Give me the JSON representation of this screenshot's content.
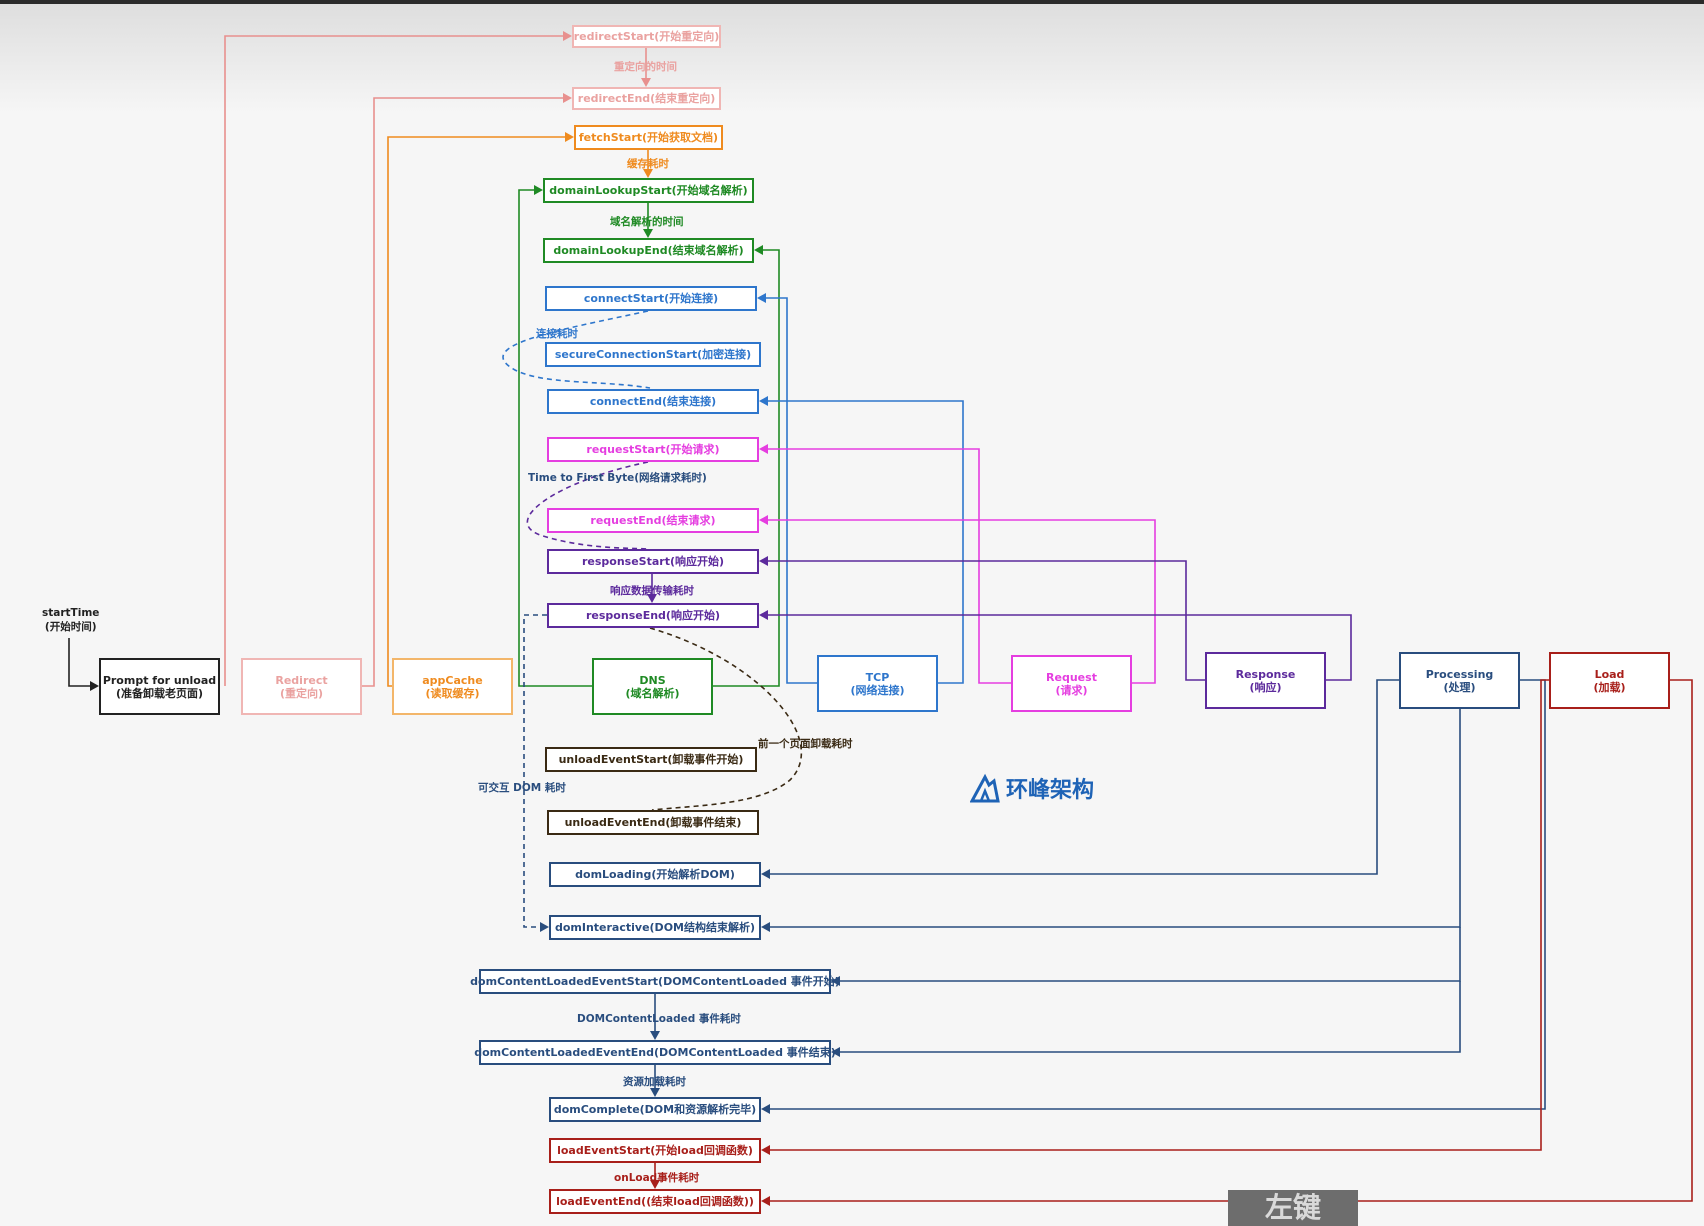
{
  "colors": {
    "redirect": "#e8908e",
    "fetch": "#ef8b1f",
    "dns": "#1f8a24",
    "tcp": "#2e76cc",
    "request": "#e53ee0",
    "response": "#5c2a9c",
    "processing": "#294d7e",
    "load": "#a81f1a",
    "unload": "#3a2a14",
    "dark": "#222222"
  },
  "start_time": {
    "line1": "startTime",
    "line2": "(开始时间)"
  },
  "phases": {
    "prompt": {
      "line1": "Prompt for unload",
      "line2": "(准备卸载老页面)"
    },
    "redirect": {
      "line1": "Redirect",
      "line2": "(重定向)"
    },
    "appcache": {
      "line1": "appCache",
      "line2": "(读取缓存)"
    },
    "dns": {
      "line1": "DNS",
      "line2": "(域名解析)"
    },
    "tcp": {
      "line1": "TCP",
      "line2": "(网络连接)"
    },
    "request": {
      "line1": "Request",
      "line2": "(请求)"
    },
    "response": {
      "line1": "Response",
      "line2": "(响应)"
    },
    "processing": {
      "line1": "Processing",
      "line2": "(处理)"
    },
    "load": {
      "line1": "Load",
      "line2": "(加载)"
    }
  },
  "events": {
    "redirect_start": "redirectStart(开始重定向)",
    "redirect_end": "redirectEnd(结束重定向)",
    "fetch_start": "fetchStart(开始获取文档)",
    "domain_lookup_start": "domainLookupStart(开始域名解析)",
    "domain_lookup_end": "domainLookupEnd(结束域名解析)",
    "connect_start": "connectStart(开始连接)",
    "secure_connection_start": "secureConnectionStart(加密连接)",
    "connect_end": "connectEnd(结束连接)",
    "request_start": "requestStart(开始请求)",
    "request_end": "requestEnd(结束请求)",
    "response_start": "responseStart(响应开始)",
    "response_end": "responseEnd(响应开始)",
    "unload_event_start": "unloadEventStart(卸载事件开始)",
    "unload_event_end": "unloadEventEnd(卸载事件结束)",
    "dom_loading": "domLoading(开始解析DOM)",
    "dom_interactive": "domInteractive(DOM结构结束解析)",
    "dcl_start": "domContentLoadedEventStart(DOMContentLoaded 事件开始)",
    "dcl_end": "domContentLoadedEventEnd(DOMContentLoaded 事件结束)",
    "dom_complete": "domComplete(DOM和资源解析完毕)",
    "load_event_start": "loadEventStart(开始load回调函数)",
    "load_event_end": "loadEventEnd((结束load回调函数))"
  },
  "durations": {
    "redirect_time": "重定向的时间",
    "cache_time": "缓存耗时",
    "dns_time": "域名解析的时间",
    "connect_time": "连接耗时",
    "ttfb": "Time to First Byte(网络请求耗时)",
    "response_transfer": "响应数据传输耗时",
    "prev_unload": "前一个页面卸载耗时",
    "interactive_dom": "可交互 DOM 耗时",
    "dcl_time": "DOMContentLoaded 事件耗时",
    "resource_load": "资源加载耗时",
    "onload_time": "onLoad事件耗时"
  },
  "logo": {
    "icon": "peak-logo-icon",
    "text": "环峰架构"
  },
  "watermark": "左键"
}
